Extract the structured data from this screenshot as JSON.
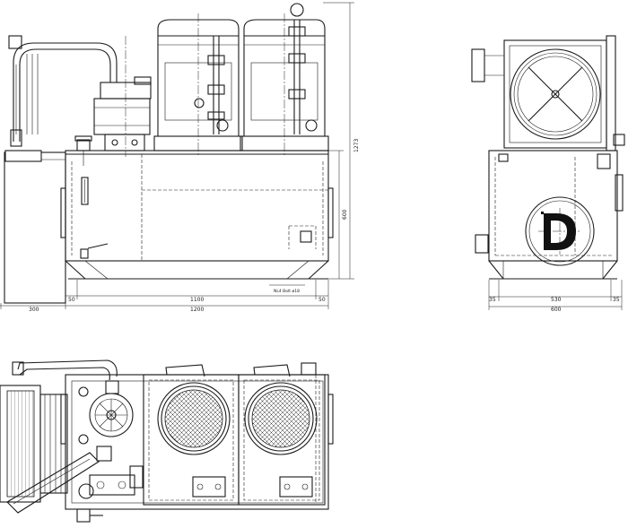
{
  "dimensions": {
    "front_height": "1273",
    "front_tank_height": "600",
    "front_left_margin": "50",
    "front_span": "1100",
    "front_right_margin": "50",
    "front_overall": "1200",
    "front_overhang": "300",
    "drain_note": "NL4 Bolt ø18",
    "side_left": "35",
    "side_span": "530",
    "side_right": "35",
    "side_overall": "600"
  },
  "logo": {
    "letter": "D",
    "color": "#111111"
  },
  "icons": [
    "cooling-fan-icon",
    "pressure-gauge-icon",
    "drain-valve-icon",
    "breather-cap-icon",
    "company-logo"
  ]
}
